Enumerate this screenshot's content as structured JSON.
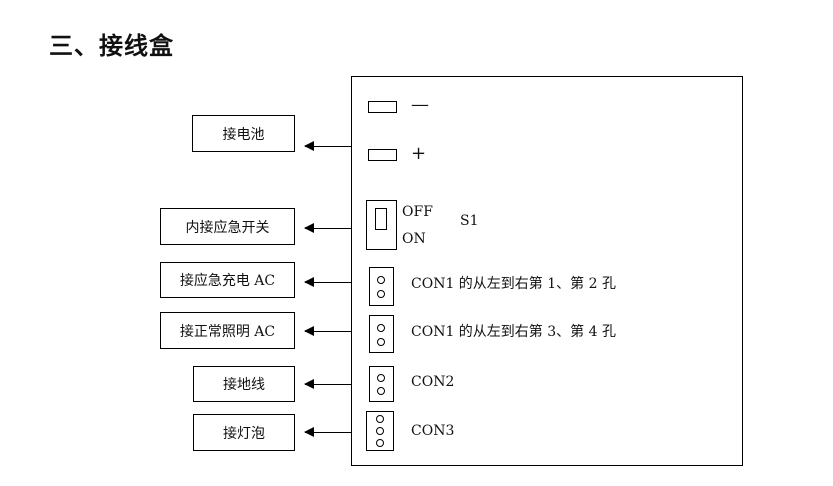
{
  "heading": "三、接线盒",
  "labels": {
    "battery": "接电池",
    "emergency_switch": "内接应急开关",
    "emergency_charge_ac": "接应急充电 AC",
    "normal_light_ac": "接正常照明 AC",
    "ground": "接地线",
    "lamp": "接灯泡"
  },
  "panel": {
    "minus": "—",
    "plus": "+",
    "switch_off": "OFF",
    "switch_on": "ON",
    "switch_name": "S1",
    "con1_a": "CON1 的从左到右第 1、第 2 孔",
    "con1_b": "CON1 的从左到右第 3、第 4 孔",
    "con2": "CON2",
    "con3": "CON3"
  }
}
